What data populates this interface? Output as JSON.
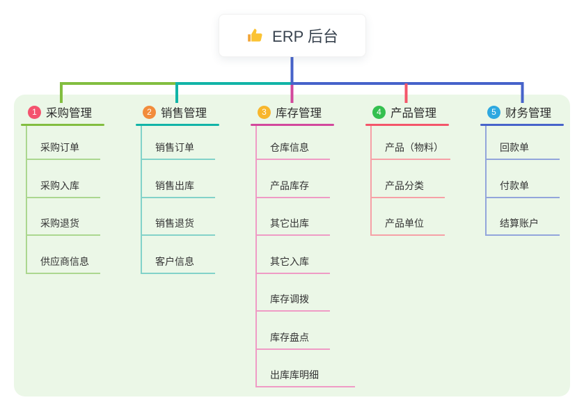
{
  "root": {
    "icon": "thumbs-up-icon",
    "label": "ERP 后台"
  },
  "colors": {
    "panel_bg": "#ebf7e7",
    "text_dark": "#333333",
    "root_text": "#38424e"
  },
  "branches": [
    {
      "badge": "1",
      "title": "采购管理",
      "badge_color": "#f4536e",
      "line_color": "#82be40",
      "tint": "#abd78f",
      "children": [
        "采购订单",
        "采购入库",
        "采购退货",
        "供应商信息"
      ]
    },
    {
      "badge": "2",
      "title": "销售管理",
      "badge_color": "#f28c3c",
      "line_color": "#11b4a7",
      "tint": "#82d2c9",
      "children": [
        "销售订单",
        "销售出库",
        "销售退货",
        "客户信息"
      ]
    },
    {
      "badge": "3",
      "title": "库存管理",
      "badge_color": "#f8b62c",
      "line_color": "#d2489c",
      "tint": "#ef9bc5",
      "children": [
        "仓库信息",
        "产品库存",
        "其它出库",
        "其它入库",
        "库存调拨",
        "库存盘点",
        "出库库明细"
      ]
    },
    {
      "badge": "4",
      "title": "产品管理",
      "badge_color": "#34c04f",
      "line_color": "#f4566a",
      "tint": "#f6a0a6",
      "children": [
        "产品（物料）",
        "产品分类",
        "产品单位"
      ]
    },
    {
      "badge": "5",
      "title": "财务管理",
      "badge_color": "#2ea8e0",
      "line_color": "#4763ca",
      "tint": "#92a5db",
      "children": [
        "回款单",
        "付款单",
        "结算账户"
      ]
    }
  ]
}
